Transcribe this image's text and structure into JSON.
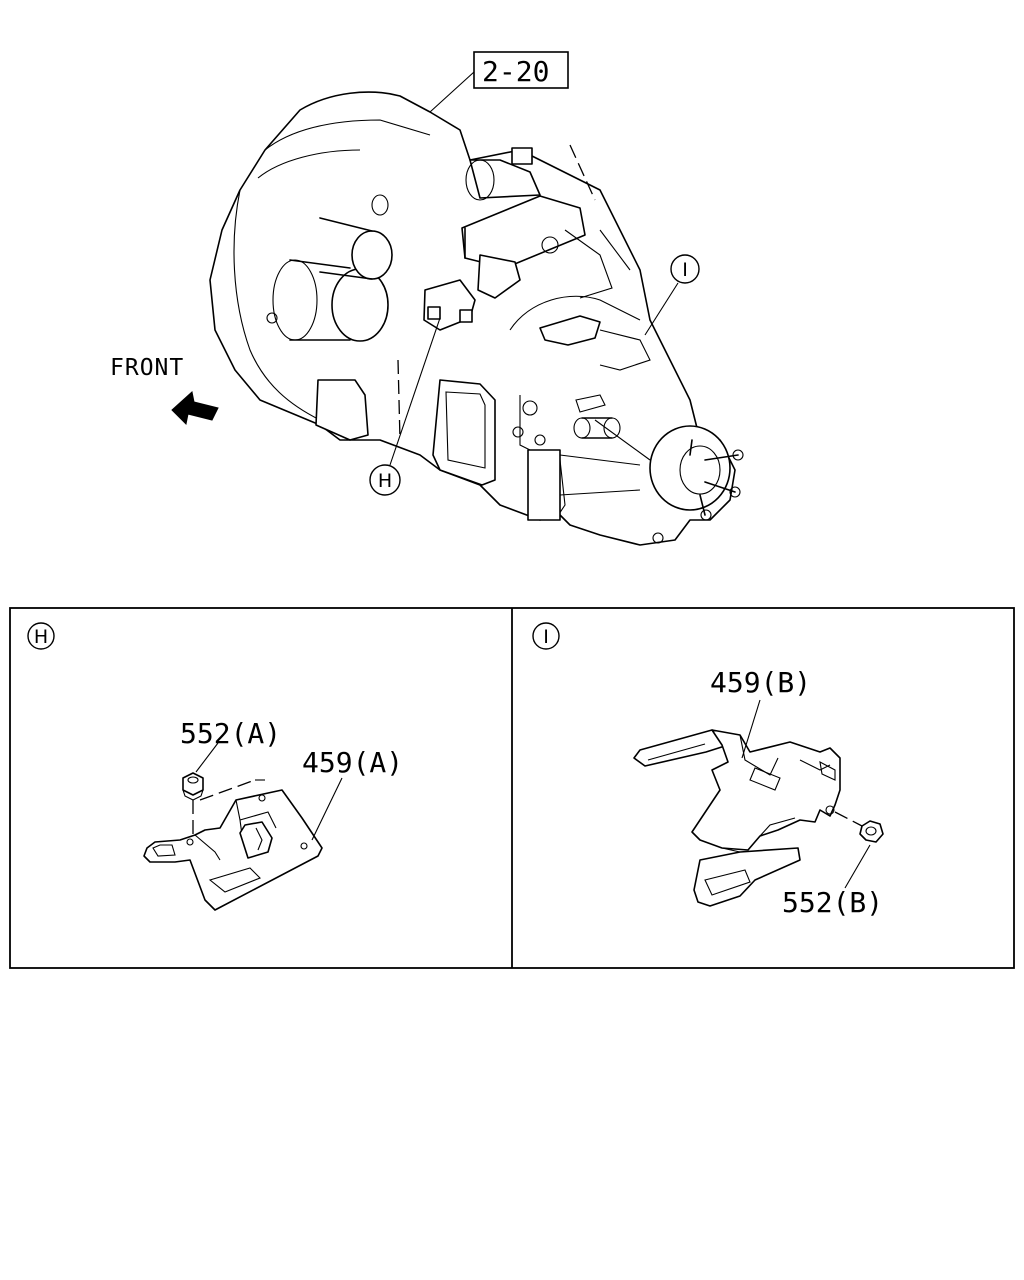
{
  "main_view": {
    "ref_box_label": "2-20",
    "front_label": "FRONT",
    "callout_h": "H",
    "callout_i": "I"
  },
  "panel_h": {
    "header": "H",
    "nut_label": "552(A)",
    "bracket_label": "459(A)"
  },
  "panel_i": {
    "header": "I",
    "bracket_label": "459(B)",
    "nut_label": "552(B)"
  }
}
